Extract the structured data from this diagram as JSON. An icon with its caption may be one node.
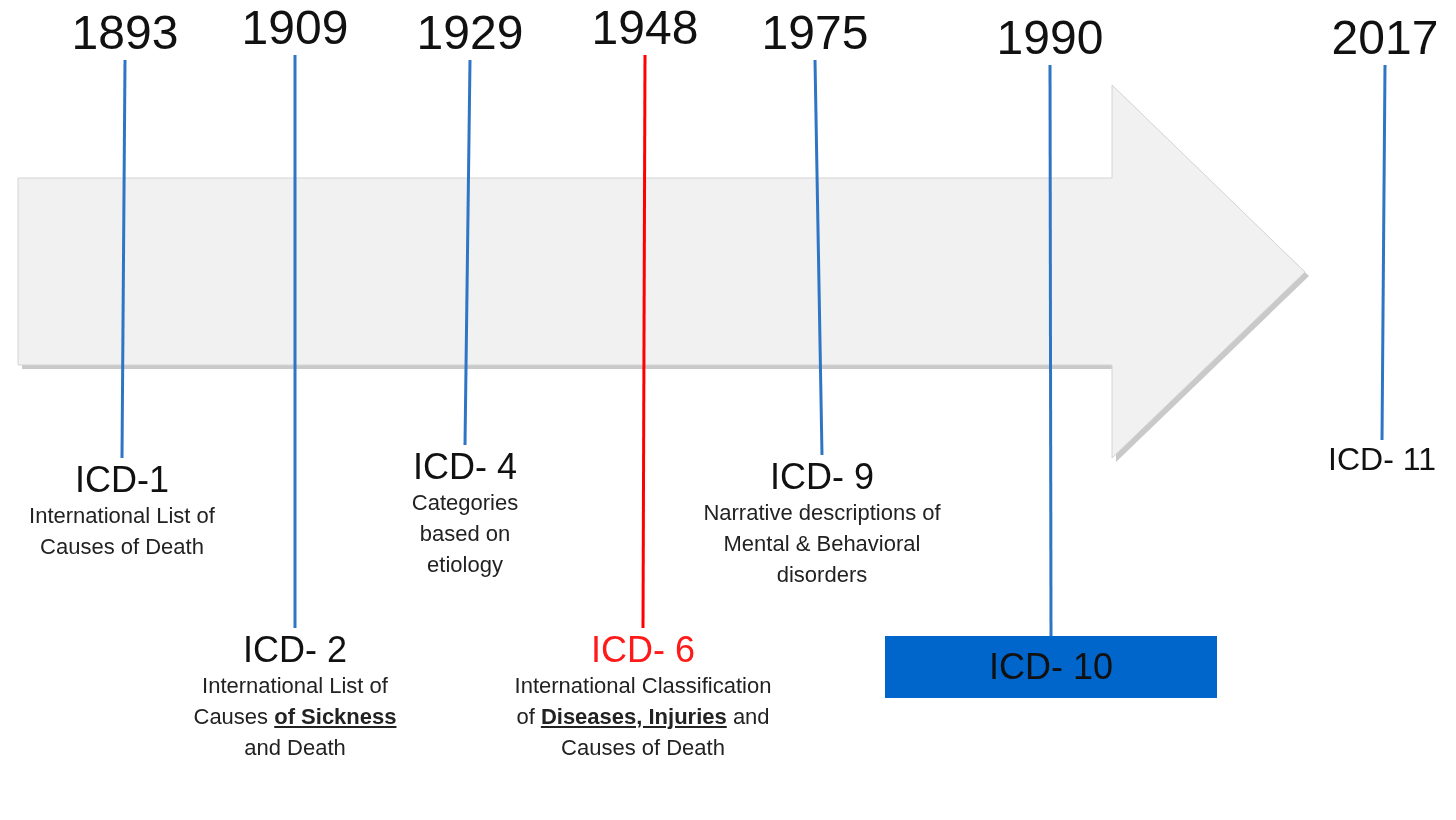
{
  "diagram": {
    "nodes": [
      {
        "text": [
          "1893"
        ]
      },
      {
        "text": [
          "1909"
        ]
      },
      {
        "text": [
          "1929"
        ]
      },
      {
        "text": [
          "1948"
        ]
      },
      {
        "text": [
          "1975"
        ]
      },
      {
        "text": [
          "1990"
        ]
      },
      {
        "text": [
          "2017"
        ]
      },
      {
        "text": [
          "ICD-1",
          "International List of Causes of Death"
        ]
      },
      {
        "text": [
          "ICD- 4",
          "Categories based on etiology"
        ]
      },
      {
        "text": [
          "ICD- 9",
          "Narrative descriptions of Mental & Behavioral disorders"
        ]
      },
      {
        "text": [
          "ICD- 11"
        ]
      },
      {
        "text": [
          "ICD- 2",
          "International List of Causes **of Sickness** and Death"
        ]
      },
      {
        "text": [
          "ICD- 6",
          "International Classification of **Diseases, Injuries** and Causes of Death"
        ]
      },
      {
        "text": [
          "ICD- 10"
        ]
      }
    ],
    "edges": [
      {
        "from": 0,
        "to": 7,
        "arrow": "none"
      },
      {
        "from": 1,
        "to": 11,
        "arrow": "none"
      },
      {
        "from": 2,
        "to": 8,
        "arrow": "none"
      },
      {
        "from": 3,
        "to": 12,
        "arrow": "none",
        "color": "#ff0000"
      },
      {
        "from": 4,
        "to": 9,
        "arrow": "none"
      },
      {
        "from": 5,
        "to": 13,
        "arrow": "none"
      },
      {
        "from": 6,
        "to": 10,
        "arrow": "none"
      }
    ]
  }
}
